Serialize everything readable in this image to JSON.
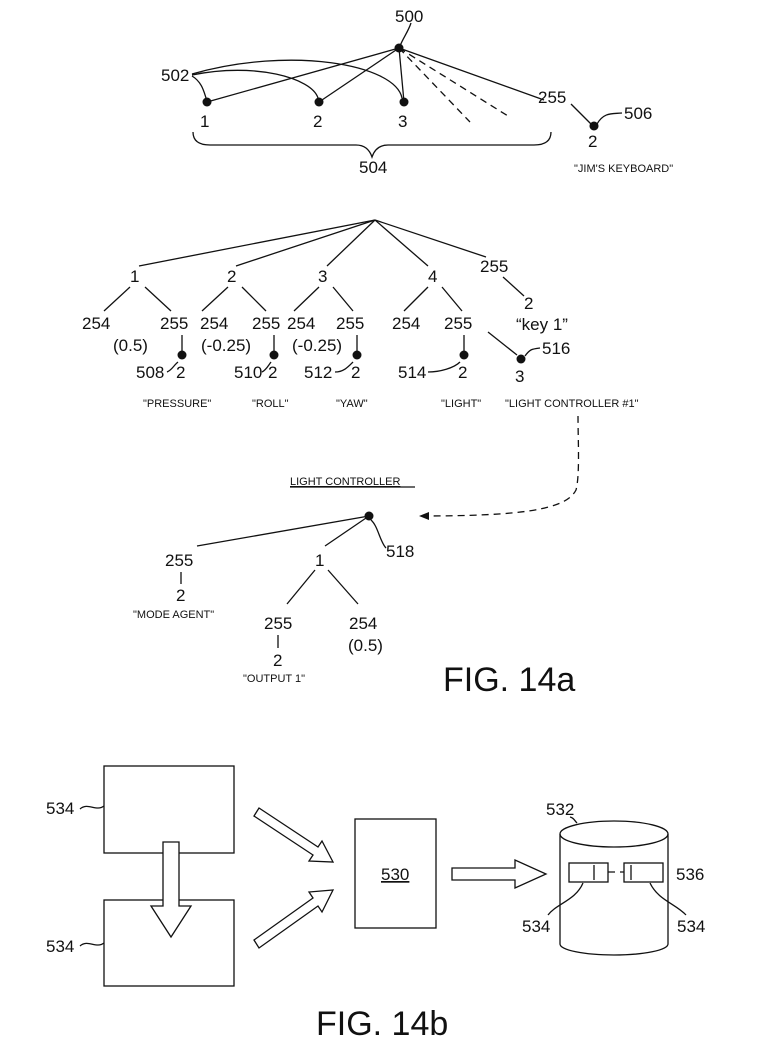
{
  "fig14a": {
    "top": {
      "root": "500",
      "ref_links": "502",
      "children": [
        "1",
        "2",
        "3"
      ],
      "brace_ref": "504",
      "far_child": "255",
      "far_ref": "506",
      "far_value": "2",
      "far_name": "\"JIM'S KEYBOARD\""
    },
    "middle": {
      "branches": [
        {
          "label": "1",
          "left": "254",
          "right": "255",
          "param": "(0.5)",
          "ref": "508",
          "value": "2",
          "name": "\"PRESSURE\""
        },
        {
          "label": "2",
          "left": "254",
          "right": "255",
          "param": "(-0.25)",
          "ref": "510",
          "value": "2",
          "name": "\"ROLL\""
        },
        {
          "label": "3",
          "left": "254",
          "right": "255",
          "param": "(-0.25)",
          "ref": "512",
          "value": "2",
          "name": "\"YAW\""
        },
        {
          "label": "4",
          "left": "254",
          "right": "255",
          "param": "",
          "ref": "514",
          "value": "2",
          "name": "\"LIGHT\""
        }
      ],
      "extra": {
        "label": "255",
        "value": "2",
        "name": "“key 1”"
      },
      "controller_ref": "516",
      "controller_value": "3",
      "controller_name": "\"LIGHT CONTROLLER #1\""
    },
    "controller": {
      "title": "LIGHT CONTROLLER",
      "ref": "518",
      "mode": {
        "label": "255",
        "value": "2",
        "name": "\"MODE AGENT\""
      },
      "sub": {
        "label": "1",
        "left": "255",
        "right": "254",
        "param": "(0.5)",
        "value": "2",
        "name": "\"OUTPUT 1\""
      }
    },
    "caption": "FIG. 14a"
  },
  "fig14b": {
    "sources": [
      "534",
      "534"
    ],
    "processor": "530",
    "database": "532",
    "db_items": [
      "534",
      "534"
    ],
    "link_ref": "536",
    "caption": "FIG. 14b"
  }
}
